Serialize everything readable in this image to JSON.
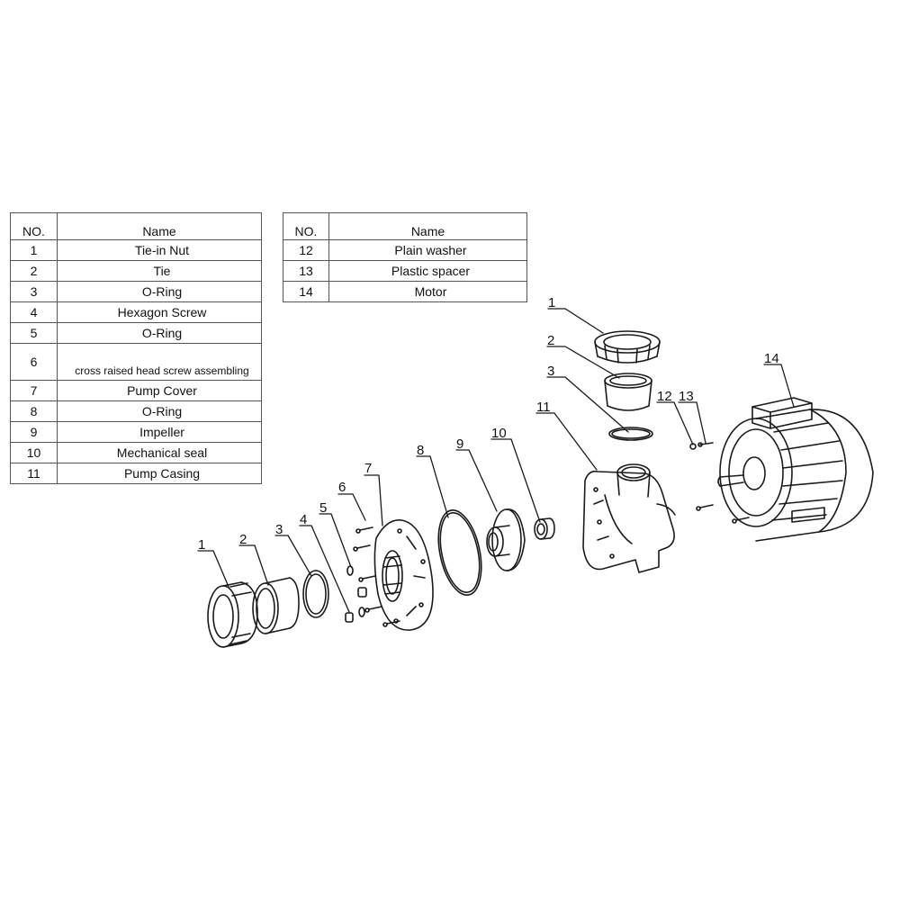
{
  "table_left": {
    "header_no": "NO.",
    "header_name": "Name",
    "rows": [
      {
        "no": "1",
        "name": "Tie-in Nut"
      },
      {
        "no": "2",
        "name": "Tie"
      },
      {
        "no": "3",
        "name": "O-Ring"
      },
      {
        "no": "4",
        "name": "Hexagon Screw"
      },
      {
        "no": "5",
        "name": "O-Ring"
      },
      {
        "no": "6",
        "name": "cross raised head screw assembling"
      },
      {
        "no": "7",
        "name": "Pump Cover"
      },
      {
        "no": "8",
        "name": "O-Ring"
      },
      {
        "no": "9",
        "name": "Impeller"
      },
      {
        "no": "10",
        "name": "Mechanical seal"
      },
      {
        "no": "11",
        "name": "Pump Casing"
      }
    ]
  },
  "table_right": {
    "header_no": "NO.",
    "header_name": "Name",
    "rows": [
      {
        "no": "12",
        "name": "Plain washer"
      },
      {
        "no": "13",
        "name": "Plastic spacer"
      },
      {
        "no": "14",
        "name": "Motor"
      }
    ]
  },
  "callouts": {
    "c1a": "1",
    "c2a": "2",
    "c3a": "3",
    "c4": "4",
    "c5": "5",
    "c6": "6",
    "c7": "7",
    "c8": "8",
    "c9": "9",
    "c10": "10",
    "c11": "11",
    "c1b": "1",
    "c2b": "2",
    "c3b": "3",
    "c12": "12",
    "c13": "13",
    "c14": "14"
  }
}
